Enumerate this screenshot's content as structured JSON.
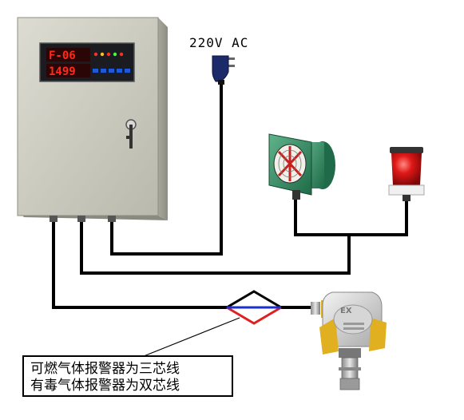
{
  "power": {
    "label": "220V AC"
  },
  "panel": {
    "display_top": "F-06",
    "display_bottom": "1499"
  },
  "note": {
    "line1": "可燃气体报警器为三芯线",
    "line2": "有毒气体报警器为双芯线"
  },
  "detector": {
    "mark": "EX"
  },
  "colors": {
    "cable": "#000000",
    "wire_blue": "#1a2fd0",
    "wire_red": "#e02020",
    "panel_body": "#c9c9bd",
    "display_red": "#ff2a1a",
    "beacon_red": "#d81414",
    "fan_green": "#2f8a62",
    "detector_yellow": "#e0b020"
  }
}
